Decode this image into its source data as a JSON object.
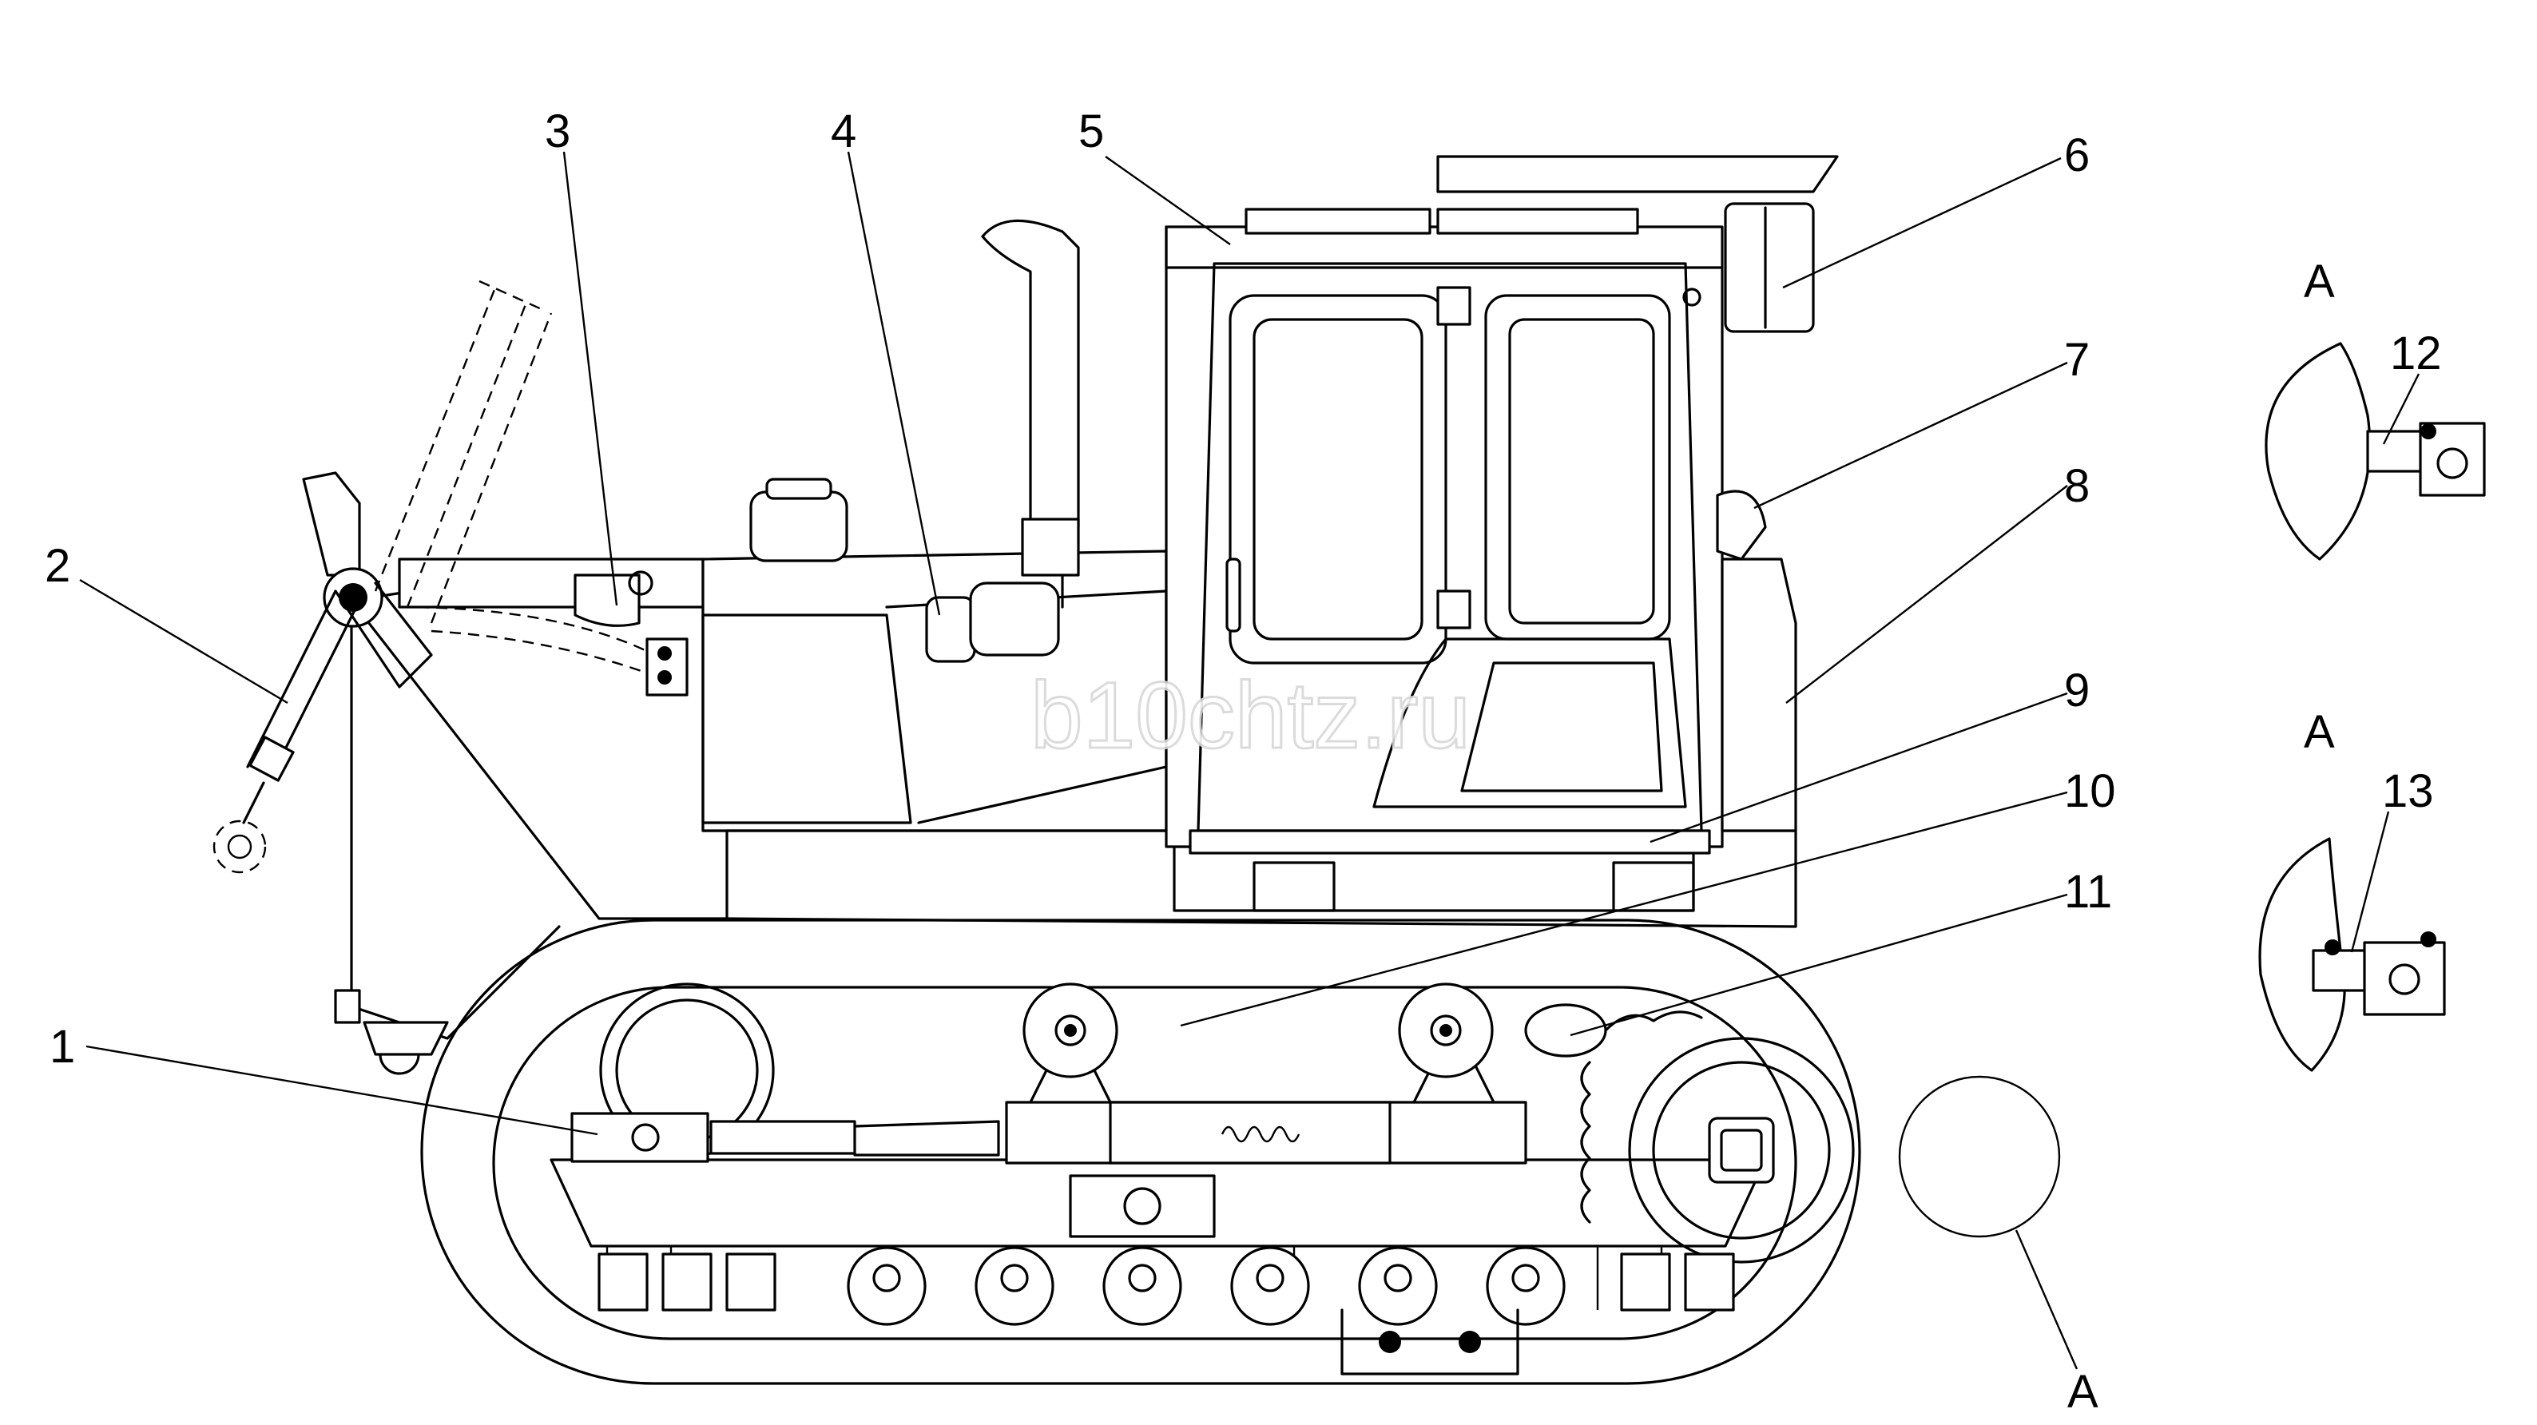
{
  "watermark": "b10chtz.ru",
  "callouts": [
    "1",
    "2",
    "3",
    "4",
    "5",
    "6",
    "7",
    "8",
    "9",
    "10",
    "11",
    "12",
    "13"
  ],
  "view_labels": {
    "detail_view_upper": "A",
    "detail_view_lower": "A",
    "detail_marker": "A"
  }
}
